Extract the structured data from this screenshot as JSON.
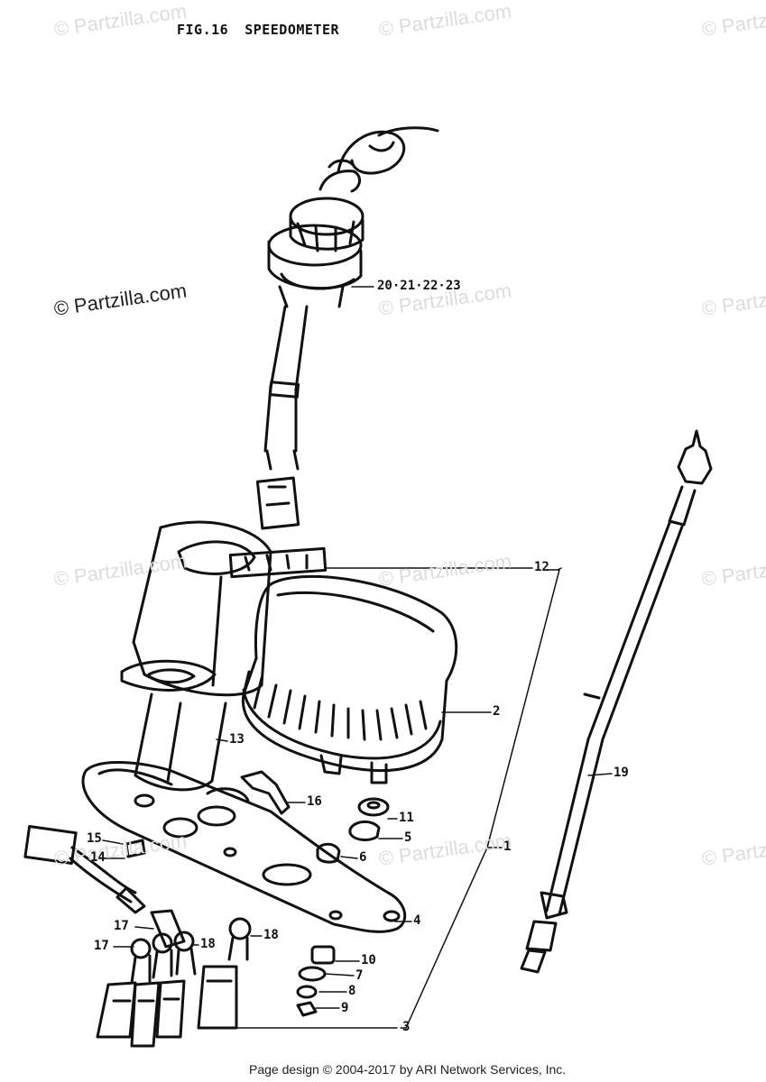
{
  "title": {
    "fig": "FIG.16",
    "name": "SPEEDOMETER"
  },
  "watermark": {
    "text": "© Partzilla.com",
    "faint_color": "#dcdcdc",
    "dark_color": "#222222"
  },
  "callouts": {
    "c20": "20·21·22·23",
    "c12": "12",
    "c2": "2",
    "c13": "13",
    "c16": "16",
    "c11": "11",
    "c5": "5",
    "c6": "6",
    "c1": "1",
    "c19": "19",
    "c15": "15",
    "c14": "14",
    "c4": "4",
    "c17a": "17",
    "c17b": "17",
    "c18a": "18",
    "c18b": "18",
    "c10": "10",
    "c7": "7",
    "c8": "8",
    "c9": "9",
    "c3": "3"
  },
  "footer": "Page design © 2004-2017 by ARI Network Services, Inc."
}
